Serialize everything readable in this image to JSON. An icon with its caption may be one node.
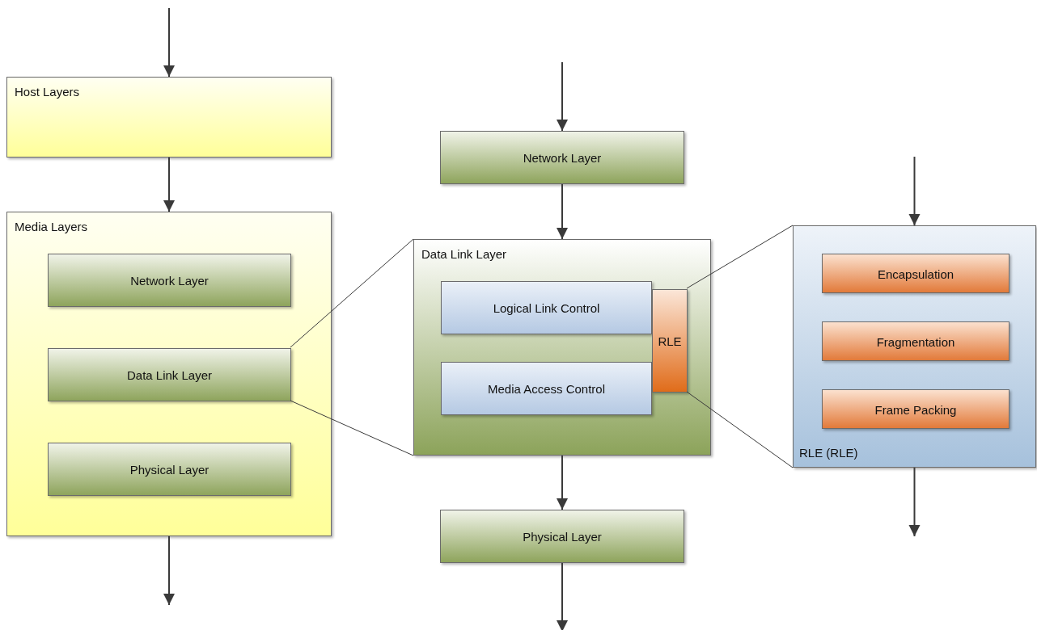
{
  "diagram": {
    "nodes": [
      {
        "text": [
          "Host Layers"
        ]
      },
      {
        "text": [
          "Media Layers"
        ]
      },
      {
        "text": [
          "Network Layer"
        ],
        "in": 1
      },
      {
        "text": [
          "Data Link Layer"
        ],
        "in": 1
      },
      {
        "text": [
          "Physical Layer"
        ],
        "in": 1
      },
      {
        "text": [
          "Network Layer"
        ]
      },
      {
        "text": [
          "Data Link Layer"
        ]
      },
      {
        "text": [
          "Logical Link Control"
        ],
        "in": 6
      },
      {
        "text": [
          "Media Access Control"
        ],
        "in": 6
      },
      {
        "text": [
          "RLE"
        ],
        "in": 6
      },
      {
        "text": [
          "Physical Layer"
        ]
      },
      {
        "text": [
          "RLE (RLE)"
        ]
      },
      {
        "text": [
          "Encapsulation"
        ],
        "in": 11
      },
      {
        "text": [
          "Fragmentation"
        ],
        "in": 11
      },
      {
        "text": [
          "Frame Packing"
        ],
        "in": 11
      }
    ],
    "edges": [
      {
        "from": null,
        "to": 0,
        "arrow": "to"
      },
      {
        "from": 0,
        "to": 1,
        "arrow": "to"
      },
      {
        "from": 1,
        "to": null,
        "arrow": "to"
      },
      {
        "from": null,
        "to": 5,
        "arrow": "to"
      },
      {
        "from": 5,
        "to": 6,
        "arrow": "to"
      },
      {
        "from": 6,
        "to": 10,
        "arrow": "to"
      },
      {
        "from": 10,
        "to": null,
        "arrow": "to"
      },
      {
        "from": null,
        "to": 11,
        "arrow": "to"
      },
      {
        "from": 11,
        "to": null,
        "arrow": "to"
      },
      {
        "from": 3,
        "to": 6,
        "arrow": "none"
      },
      {
        "from": 3,
        "to": 6,
        "arrow": "none"
      },
      {
        "from": 9,
        "to": 11,
        "arrow": "none"
      },
      {
        "from": 9,
        "to": 11,
        "arrow": "none"
      }
    ]
  }
}
